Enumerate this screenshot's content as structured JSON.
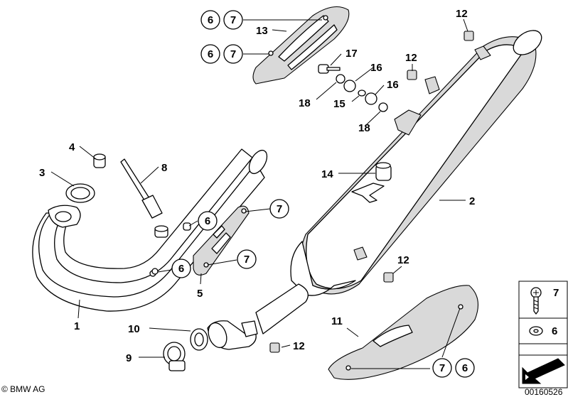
{
  "labels": {
    "l1": "1",
    "l2": "2",
    "l3": "3",
    "l4": "4",
    "l5": "5",
    "l8": "8",
    "l9": "9",
    "l10": "10",
    "l11": "11",
    "l12a": "12",
    "l12b": "12",
    "l12c": "12",
    "l12d": "12",
    "l13": "13",
    "l14": "14",
    "l15": "15",
    "l16a": "16",
    "l16b": "16",
    "l17": "17",
    "l18a": "18",
    "l18b": "18"
  },
  "callouts": {
    "c6a": "6",
    "c7a": "7",
    "c6b": "6",
    "c7b": "7",
    "c6c": "6",
    "c7c": "7",
    "c6d": "6",
    "c7d": "7",
    "c7e": "7",
    "c6e": "6"
  },
  "legend": {
    "item7": "7",
    "item6": "6"
  },
  "footer": {
    "copyright": "© BMW AG",
    "image_number": "00160526"
  }
}
